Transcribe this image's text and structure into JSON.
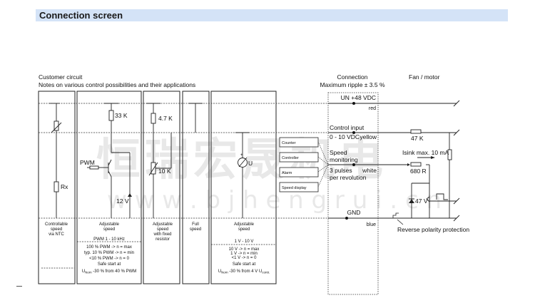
{
  "header": {
    "title": "Connection screen"
  },
  "customer_circuit": {
    "title": "Customer circuit",
    "subtitle": "Notes on various control possibilities and their applications",
    "panels": [
      {
        "id": "ntc",
        "components": {
          "rx": "Rx"
        },
        "caption": [
          "Controllable",
          "speed",
          "via NTC"
        ]
      },
      {
        "id": "pwm",
        "components": {
          "r1": "33 K",
          "input": "PWM",
          "zener": "12 V"
        },
        "caption": [
          "Adjustable",
          "speed"
        ],
        "range": "PWM 1 - 10 kHz",
        "notes": [
          "100 % PWM -> n = max",
          "typ. 10 % PWM -> n = min",
          "<10 % PWM -> n = 0",
          "Safe start at"
        ],
        "safe_start": {
          "prefix": "U",
          "sub": "Nom",
          "rest": " -30 % from 40 % PWM"
        }
      },
      {
        "id": "fixed",
        "components": {
          "r1": "4.7 K",
          "pot": "10 K"
        },
        "caption": [
          "Adjustable",
          "speed",
          "with fixed",
          "resistor"
        ]
      },
      {
        "id": "full",
        "caption": [
          "Full",
          "speed"
        ]
      },
      {
        "id": "voltage",
        "components": {
          "source": "U"
        },
        "caption": [
          "Adjustable",
          "speed"
        ],
        "range": "1 V - 10 V",
        "notes": [
          "10 V -> n = max",
          "1 V -> n = min",
          "<1 V -> n = 0",
          "Safe start at"
        ],
        "safe_start": {
          "prefix": "U",
          "sub": "Nom",
          "rest": " -30 % from 4 V U",
          "sub2": "contr."
        }
      }
    ]
  },
  "speed_outputs": [
    "Counter",
    "Controller",
    "Alarm",
    "Speed display"
  ],
  "connection": {
    "title": "Connection",
    "subtitle": "Maximum ripple ± 3.5 %",
    "supply": {
      "label": "UN +48 VDC",
      "wire": "red"
    },
    "control": {
      "label": "Control input",
      "range": "0 - 10 VDC",
      "wire": "yellow"
    },
    "speed": {
      "label1": "Speed",
      "label2": "monitoring",
      "pulses": "3 pulses",
      "wire": "white",
      "per": "per revolution"
    },
    "gnd": {
      "label": "GND",
      "wire": "blue"
    }
  },
  "fan_motor": {
    "title": "Fan / motor",
    "r_control": "47 K",
    "isink": "Isink max. 10 mA",
    "r_speed": "680 R",
    "zener": "47 V",
    "reverse_polarity": "Reverse polarity protection"
  },
  "watermark": {
    "cn": "恒瑞宏晟机电",
    "url": "w w w . b j h e n g r u i . c n"
  }
}
